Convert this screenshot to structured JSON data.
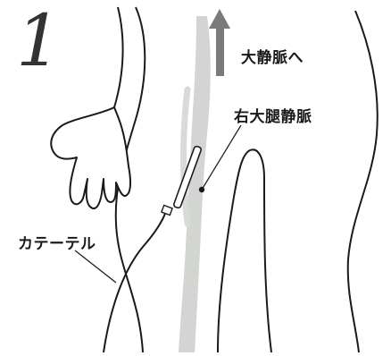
{
  "step_number": "1",
  "labels": {
    "vena_cava": "大静脈へ",
    "femoral_vein": "右大腿静脈",
    "catheter": "カテーテル"
  },
  "colors": {
    "outline": "#1a1a1a",
    "vein": "#c9ccc8",
    "arrow": "#7a7a7a",
    "skin": "#ffffff"
  }
}
